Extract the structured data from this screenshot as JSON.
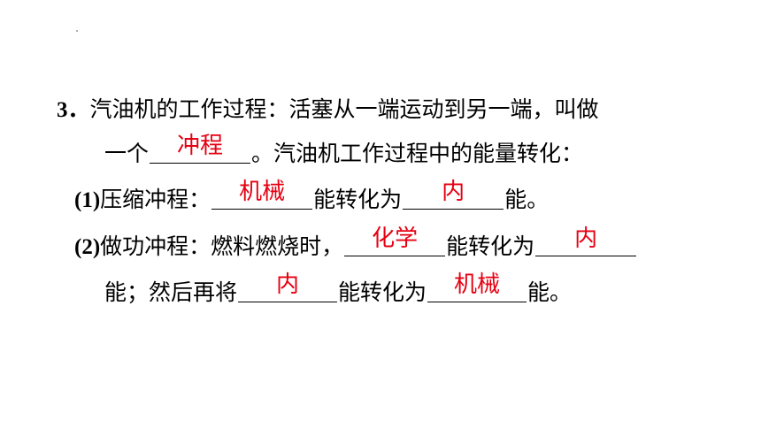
{
  "question": {
    "number": "3．",
    "intro_a": "汽油机的工作过程：活塞从一端运动到另一端，叫做",
    "intro_b_pre": "一个",
    "answer_stroke": "冲程",
    "intro_b_post": "。汽油机工作过程中的能量转化：",
    "part1": {
      "label": "(1)",
      "text_a": "压缩冲程：",
      "answer_a": "机械",
      "text_b": "能转化为",
      "answer_b": "内",
      "text_c": "能。"
    },
    "part2": {
      "label": "(2)",
      "text_a": "做功冲程：燃料燃烧时，",
      "answer_a": "化学",
      "text_b": "能转化为",
      "answer_b": "内",
      "text_c": "能；然后再将",
      "answer_c": "内",
      "text_d": "能转化为",
      "answer_d": "机械",
      "text_e": "能。"
    }
  }
}
